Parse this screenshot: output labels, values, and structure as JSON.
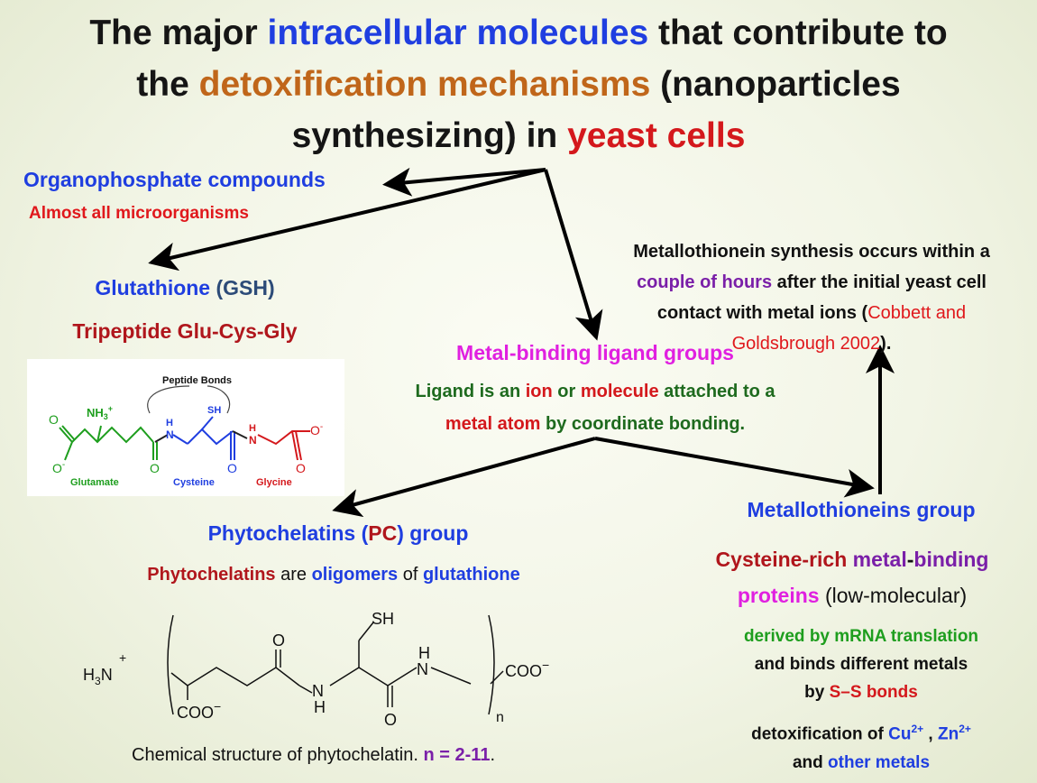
{
  "title": {
    "l1_a": "The major ",
    "l1_b": "intracellular molecules",
    "l1_c": " that contribute to",
    "l2_a": "the ",
    "l2_b": "detoxification mechanisms",
    "l2_c": " (nanoparticles",
    "l3_a": "synthesizing) in ",
    "l3_b": "yeast cells"
  },
  "organophosphate": {
    "title": "Organophosphate compounds",
    "sub": "Almost all microorganisms"
  },
  "glutathione": {
    "name_a": "Glutathione ",
    "name_b": "(GSH)",
    "sub": "Tripeptide Glu-Cys-Gly",
    "structure": {
      "peptide_bonds": "Peptide Bonds",
      "glutamate": "Glutamate",
      "cysteine": "Cysteine",
      "glycine": "Glycine",
      "sh": "SH",
      "nh3": "NH",
      "nh3_sub": "3",
      "nh3_sup": "+",
      "n": "N",
      "h": "H",
      "o": "O",
      "o_minus": "O",
      "minus": "-"
    }
  },
  "metallothionein_note": {
    "l1": "Metallothionein synthesis occurs within a",
    "l2_a": "couple of hours",
    "l2_b": " after the initial yeast cell",
    "l3_a": "contact with metal ions (",
    "l3_b": "Cobbett and",
    "l4_a": "Goldsbrough 2002",
    "l4_b": ")."
  },
  "ligand": {
    "title": "Metal-binding ligand groups",
    "l1_a": "Ligand is an ",
    "l1_b": "ion",
    "l1_c": " or ",
    "l1_d": "molecule",
    "l1_e": " attached to a",
    "l2_a": "metal atom",
    "l2_b": " by coordinate bonding."
  },
  "phytochelatins": {
    "title_a": "Phytochelatins (",
    "title_b": "PC",
    "title_c": ") group",
    "sub_a": "Phytochelatins",
    "sub_b": " are ",
    "sub_c": "oligomers",
    "sub_d": " of ",
    "sub_e": "glutathione",
    "structure": {
      "h3n": "H",
      "h3n_sub": "3",
      "h3n_n": "N",
      "plus": "+",
      "coo": "COO",
      "minus": "−",
      "sh": "SH",
      "o": "O",
      "n": "N",
      "h": "H",
      "sub_n": "n"
    },
    "caption_a": "Chemical structure of phytochelatin. ",
    "caption_b": "n = 2-11",
    "caption_c": "."
  },
  "metallothioneins": {
    "title": "Metallothioneins group",
    "l1_a": "Cysteine-rich",
    "l1_b": " metal",
    "l1_c": "-",
    "l1_d": "binding",
    "l2_a": "proteins",
    "l2_b": " (low-molecular)",
    "l3": "derived by mRNA translation",
    "l4": "and binds different metals",
    "l5_a": "by ",
    "l5_b": "S–S bonds",
    "l6_a": "detoxification of ",
    "l6_b": "Cu",
    "l6_sup1": "2+",
    "l6_c": " , ",
    "l6_d": "Zn",
    "l6_sup2": "2+",
    "l7_a": "and ",
    "l7_b": "other metals"
  },
  "colors": {
    "blue": "#1f3ee0",
    "orange": "#c0661a",
    "red": "#d4181c",
    "darkred": "#b0161c",
    "magenta": "#e020e0",
    "green": "#1e7a1e",
    "purple": "#7a1fa8",
    "darkblue": "#2c4b78"
  }
}
